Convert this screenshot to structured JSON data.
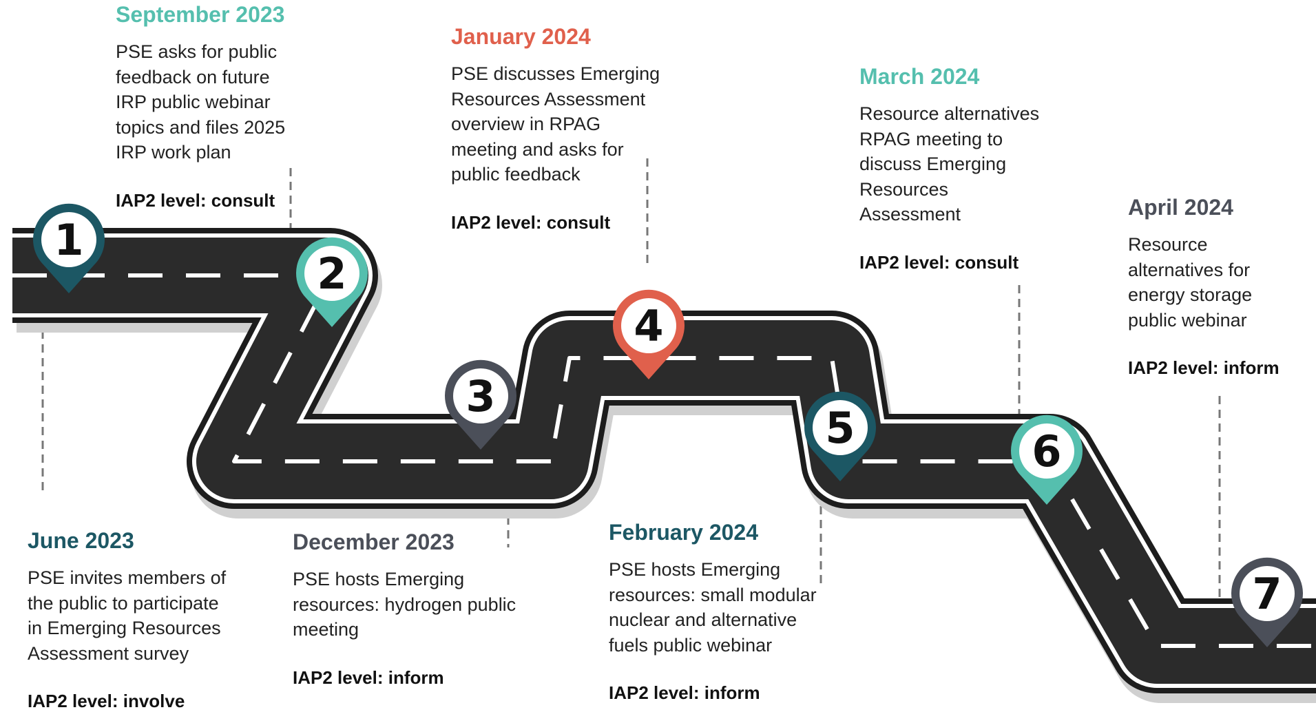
{
  "milestones": [
    {
      "number": "1",
      "date": "June 2023",
      "description": "PSE invites members of the public to participate in Emerging Resources Assessment survey",
      "level": "IAP2 level: involve",
      "color": "#1c5764"
    },
    {
      "number": "2",
      "date": "September 2023",
      "description": "PSE asks for public feedback on future IRP public webinar topics and files 2025 IRP work plan",
      "level": "IAP2 level: consult",
      "color": "#55bfae"
    },
    {
      "number": "3",
      "date": "December 2023",
      "description": "PSE hosts Emerging resources: hydrogen public meeting",
      "level": "IAP2 level: inform",
      "color": "#4b4f59"
    },
    {
      "number": "4",
      "date": "January 2024",
      "description": "PSE discusses Emerging Resources Assessment overview in RPAG meeting and asks for public feedback",
      "level": "IAP2 level: consult",
      "color": "#e0604c"
    },
    {
      "number": "5",
      "date": "February 2024",
      "description": "PSE hosts Emerging resources: small modular nuclear and alternative fuels public webinar",
      "level": "IAP2 level: inform",
      "color": "#1c5764"
    },
    {
      "number": "6",
      "date": "March 2024",
      "description": "Resource alternatives RPAG meeting to discuss Emerging Resources Assessment",
      "level": "IAP2 level: consult",
      "color": "#55bfae"
    },
    {
      "number": "7",
      "date": "April 2024",
      "description": "Resource alternatives for energy storage public webinar",
      "level": "IAP2 level: inform",
      "color": "#4b4f59"
    }
  ]
}
